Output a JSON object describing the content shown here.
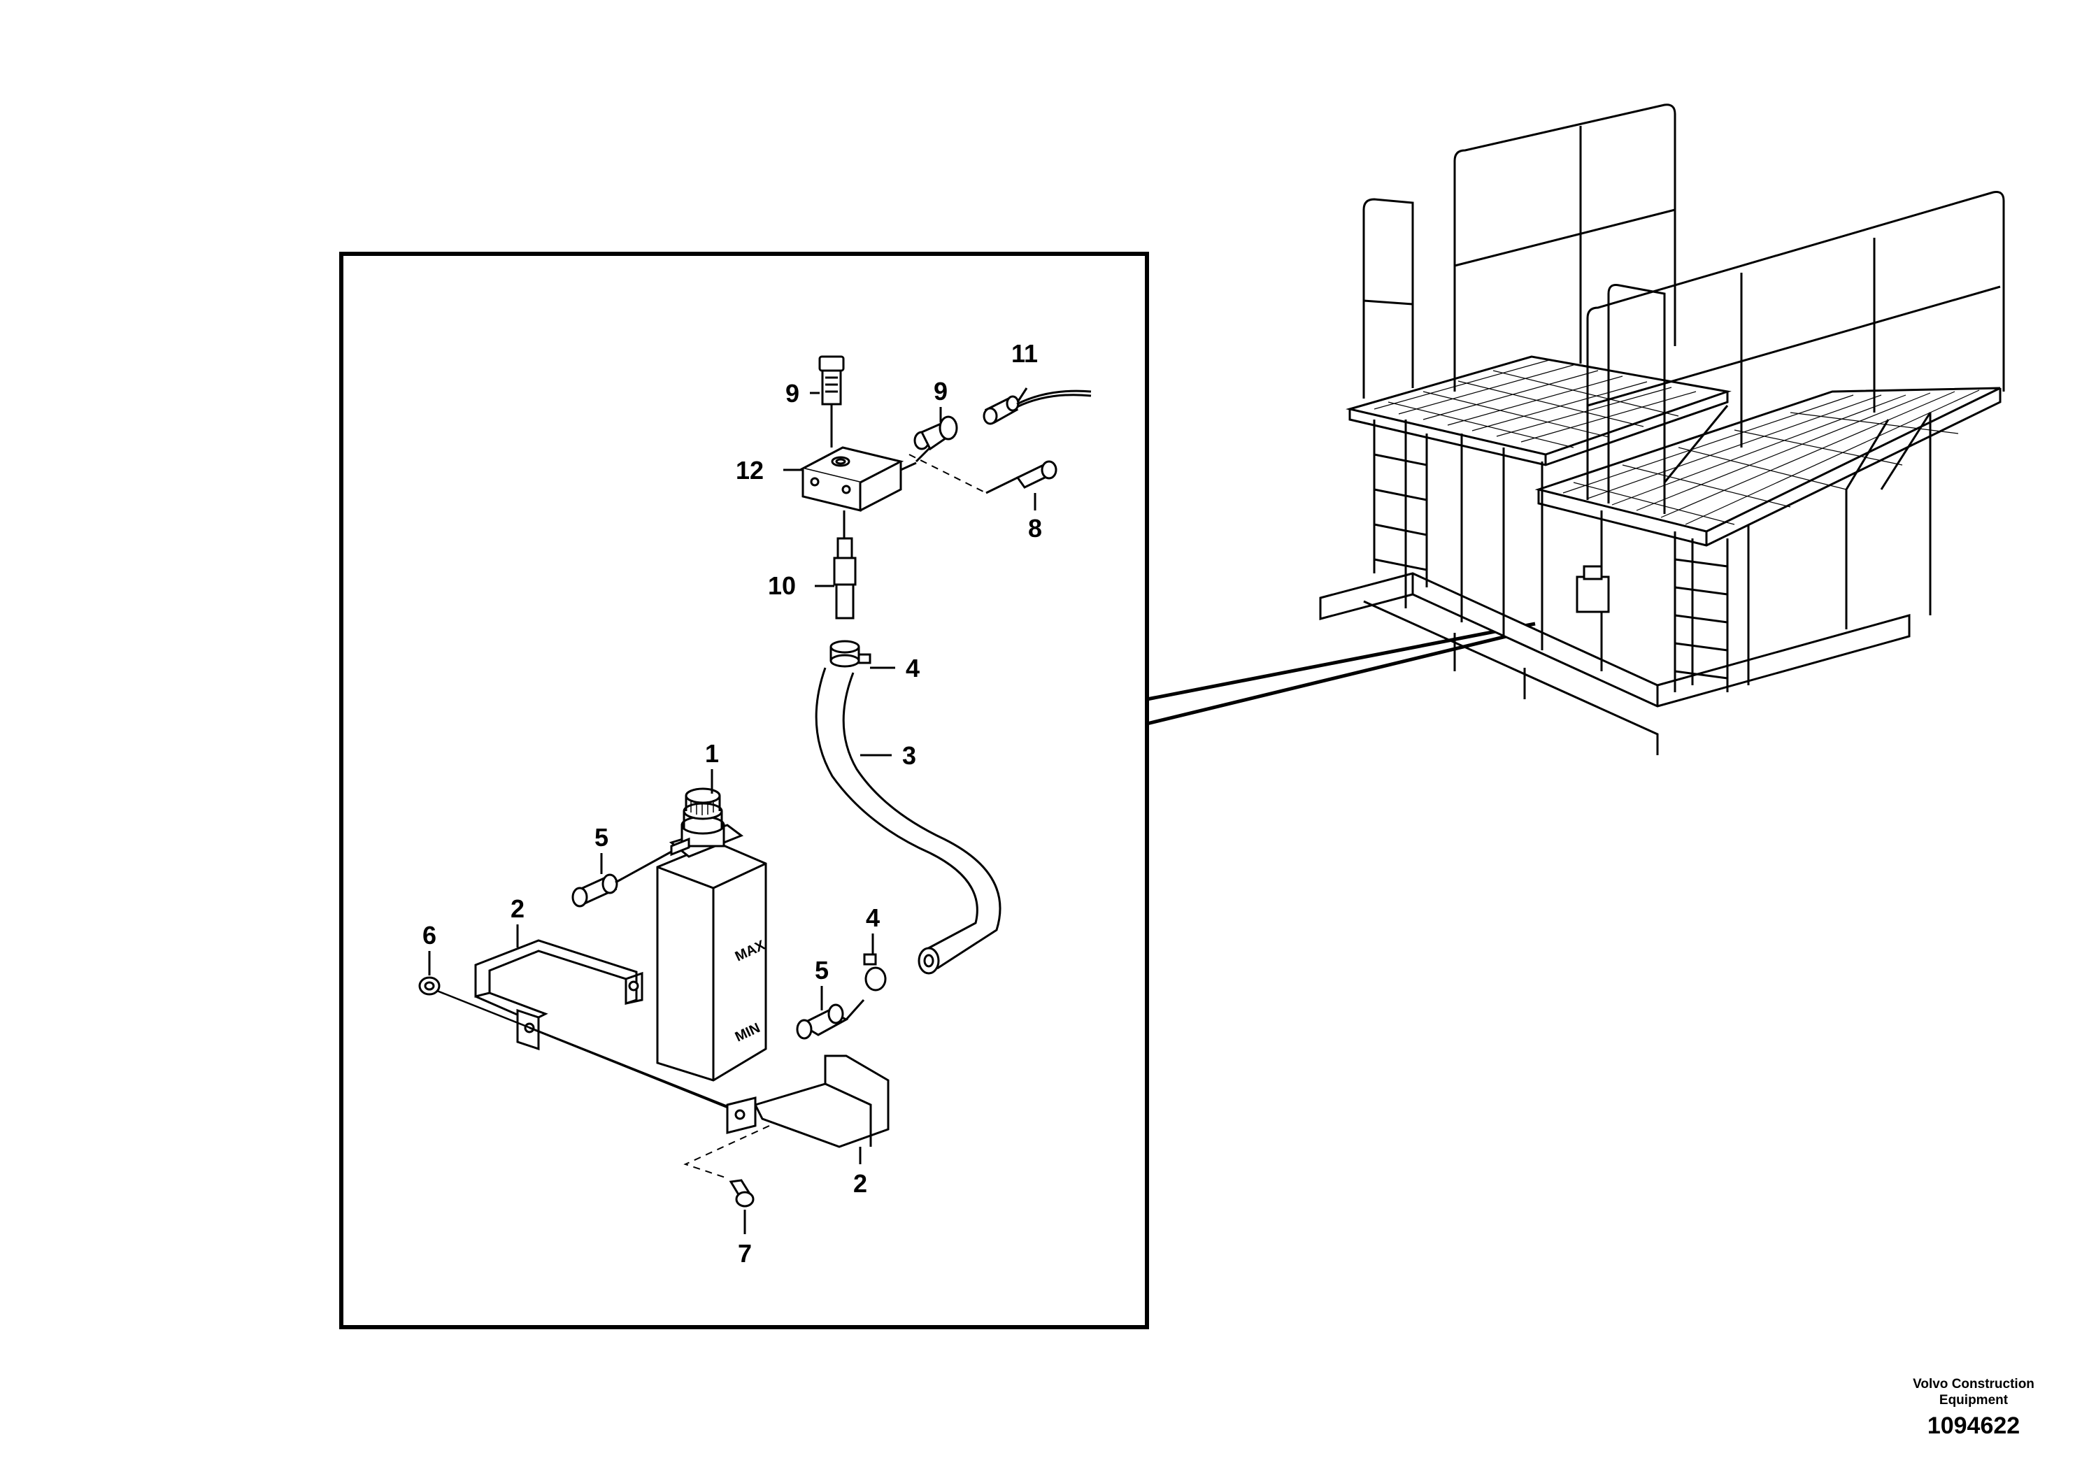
{
  "callouts": {
    "c1": "1",
    "c2a": "2",
    "c2b": "2",
    "c3": "3",
    "c4a": "4",
    "c4b": "4",
    "c5a": "5",
    "c5b": "5",
    "c6": "6",
    "c7": "7",
    "c8": "8",
    "c9a": "9",
    "c9b": "9",
    "c10": "10",
    "c11": "11",
    "c12": "12"
  },
  "bottle": {
    "max_mark": "MAX",
    "min_mark": "MIN"
  },
  "footer": {
    "brand_line1": "Volvo Construction",
    "brand_line2": "Equipment",
    "doc_number": "1094622"
  }
}
